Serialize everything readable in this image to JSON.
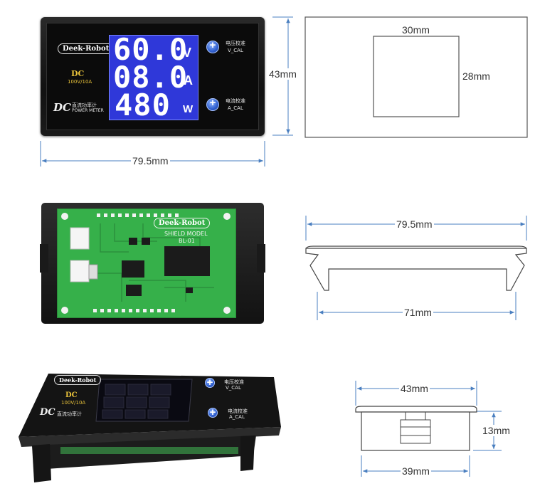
{
  "front_view": {
    "brand": "Deek-Robot",
    "mode": "DC",
    "rating": "100V/10A",
    "model_dc": "DC",
    "model_cn": "直流功率计",
    "model_en": "POWER METER",
    "display": {
      "voltage": "60.0",
      "voltage_unit": "V",
      "current": "08.0",
      "current_unit": "A",
      "power": "480",
      "power_unit": "W"
    },
    "voltage_cal_cn": "电压校准",
    "voltage_cal": "V_CAL",
    "current_cal_cn": "电流校准",
    "current_cal": "A_CAL",
    "height_label": "43mm",
    "width_label": "79.5mm"
  },
  "cutout_view": {
    "window_width_label": "30mm",
    "window_height_label": "28mm"
  },
  "pcb_view": {
    "brand": "Deek-Robot",
    "model_line": "SHIELD MODEL",
    "model_code": "BL-01"
  },
  "top_view": {
    "top_width_label": "79.5mm",
    "bottom_width_label": "71mm"
  },
  "angled_view": {
    "brand": "Deek-Robot",
    "mode": "DC",
    "rating": "100V/10A",
    "model_dc": "DC",
    "model_cn": "直流功率计",
    "voltage_cal_cn": "电压校准",
    "voltage_cal": "V_CAL",
    "current_cal_cn": "电流校准",
    "current_cal": "A_CAL"
  },
  "side_view": {
    "top_width_label": "43mm",
    "depth_label": "13mm",
    "bottom_width_label": "39mm"
  }
}
